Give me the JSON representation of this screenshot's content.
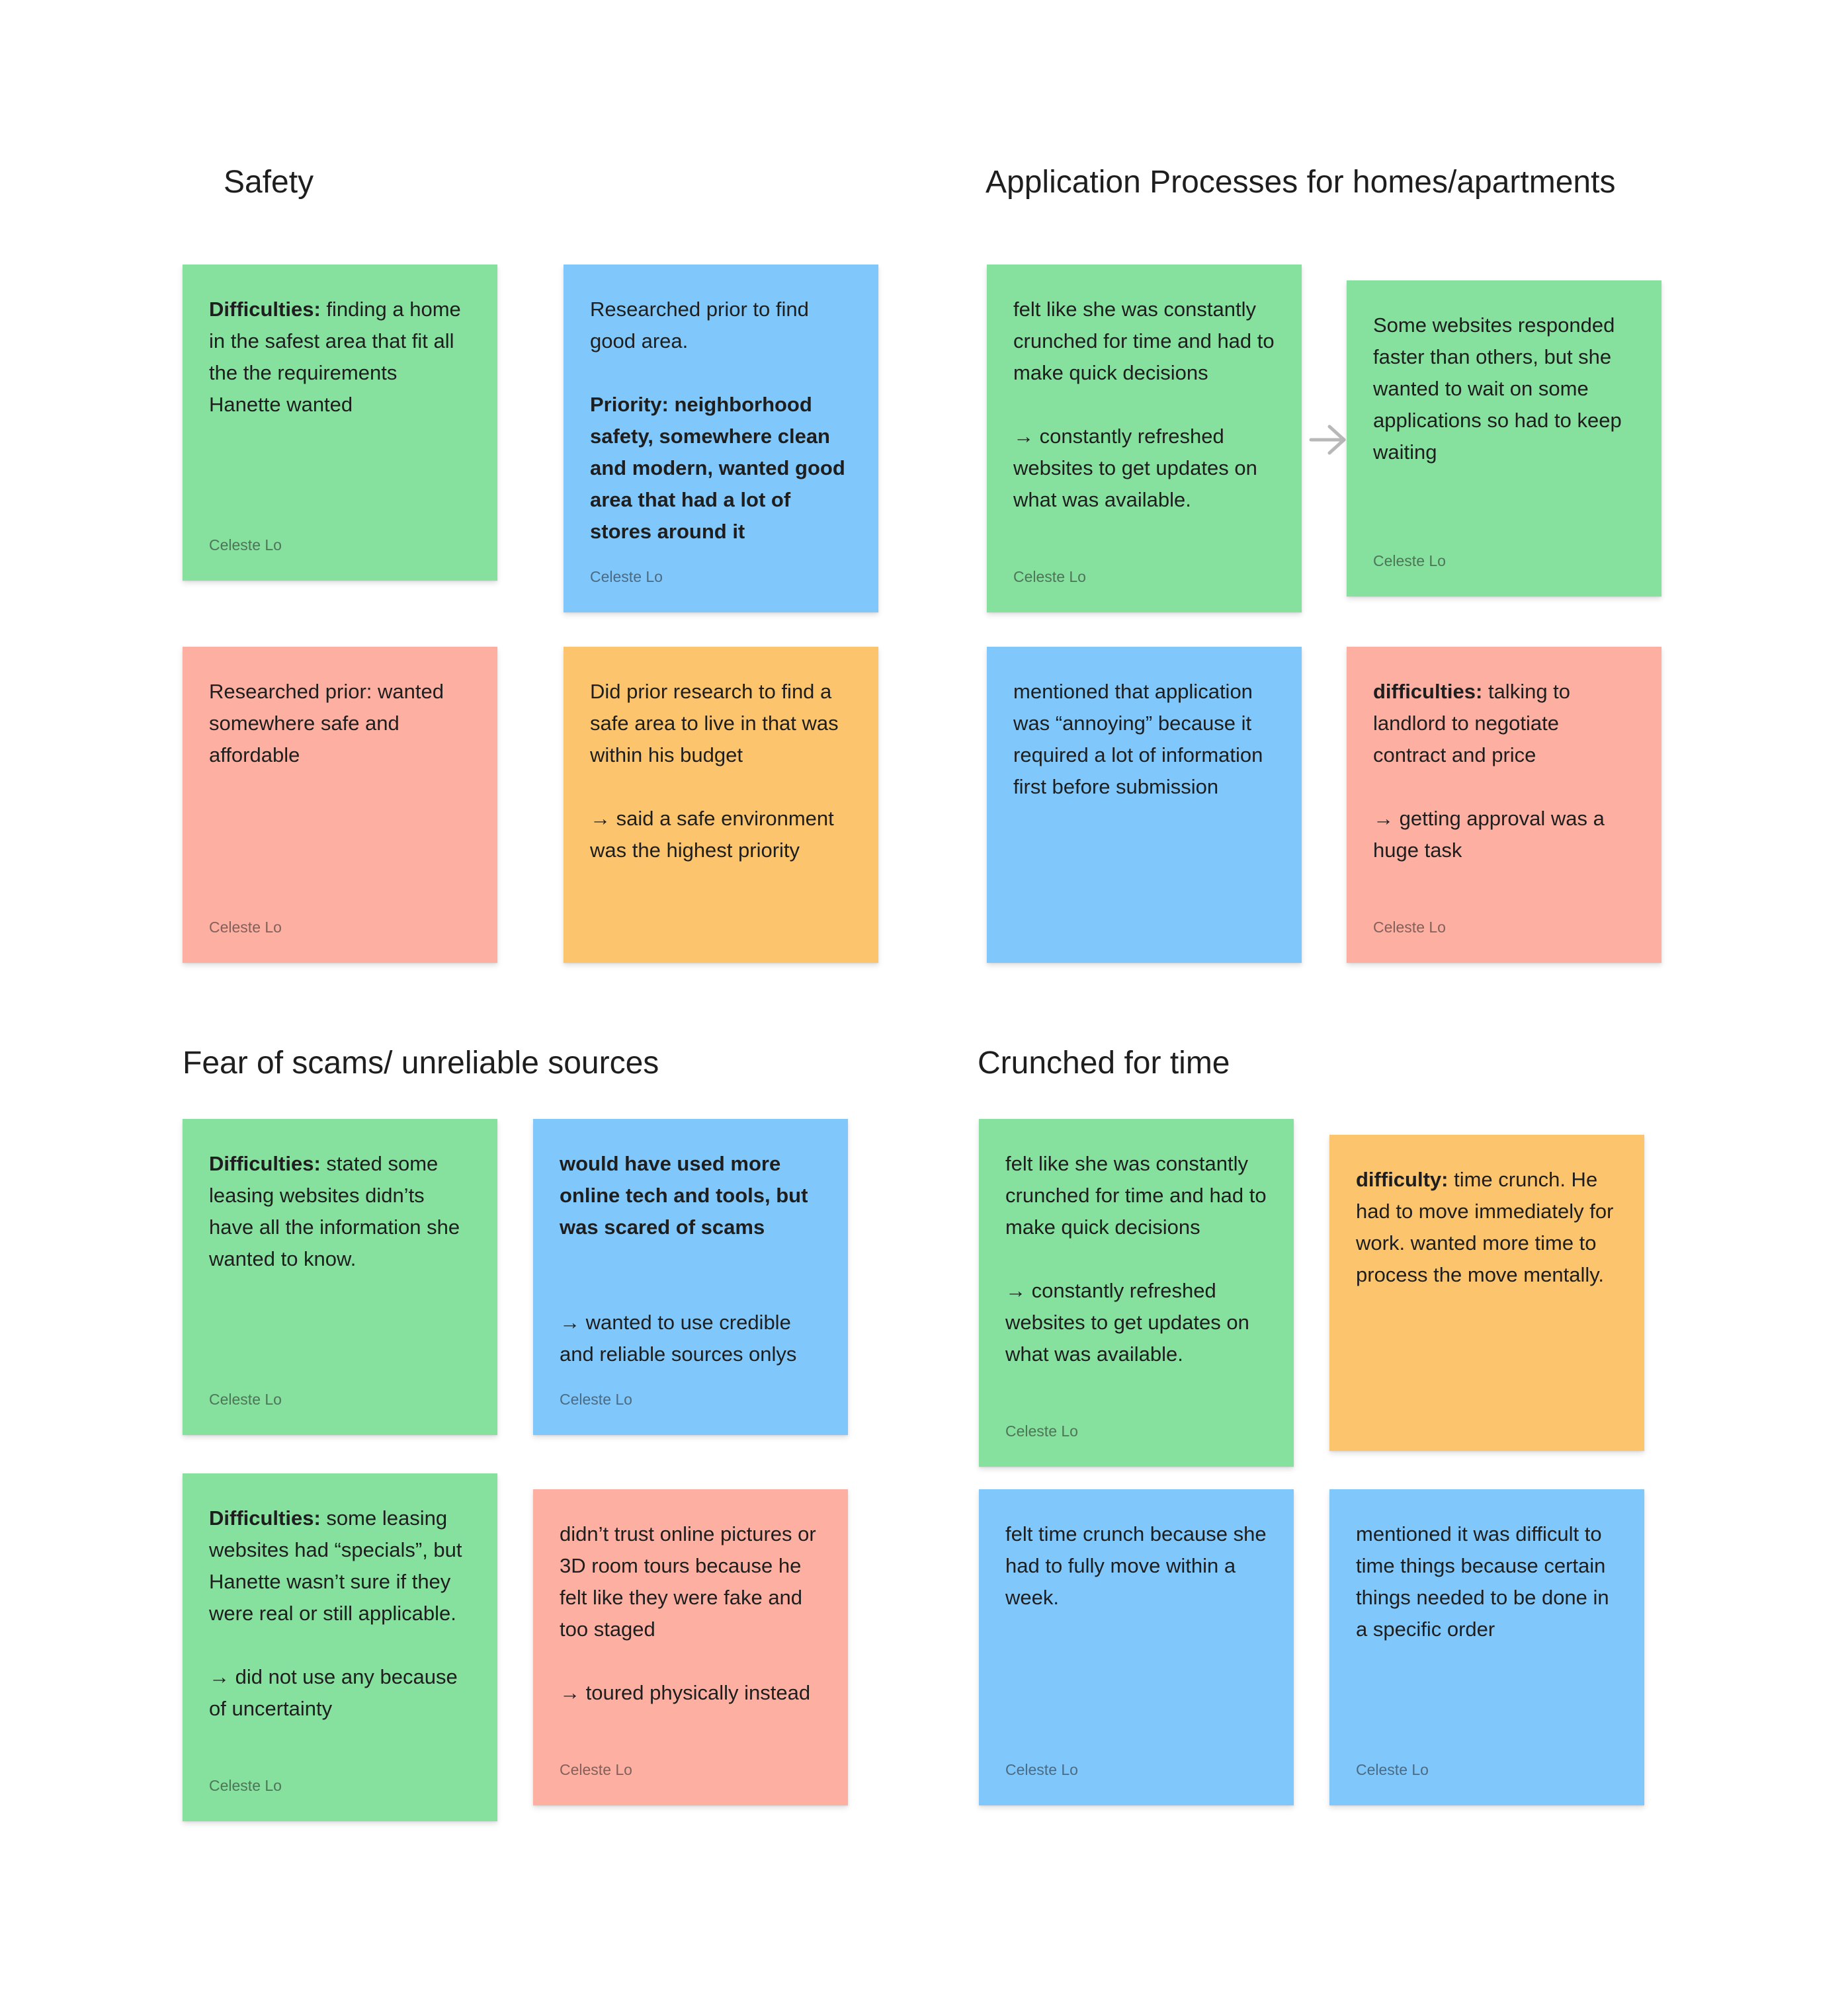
{
  "colors": {
    "green": "#86e09e",
    "blue": "#80c8fc",
    "salmon": "#fdb0a2",
    "orange": "#fdc46e",
    "arrow": "#b8b8b8"
  },
  "sections": {
    "safety": {
      "title": "Safety",
      "notes": [
        {
          "bold": "Difficulties:",
          "text": " finding a home in the safest area that fit all the the requirements Hanette wanted",
          "author": "Celeste Lo"
        },
        {
          "text": "Researched prior to find good area.\n\n",
          "bold": "Priority: neighborhood safety, somewhere clean and modern, wanted good area that had a lot of stores around it",
          "author": "Celeste Lo"
        },
        {
          "text": "Researched prior: wanted somewhere safe and affordable",
          "author": "Celeste Lo"
        },
        {
          "text": "Did prior research to find a safe area to live in that was within his budget\n\n→ said a safe environment was the highest priority",
          "author": ""
        }
      ]
    },
    "application": {
      "title": "Application Processes for homes/apartments",
      "notes": [
        {
          "text": "felt like she was constantly crunched for time and had to make quick decisions\n\n→ constantly refreshed websites to get updates on what was available.",
          "author": "Celeste Lo"
        },
        {
          "text": "Some websites responded faster than others, but she wanted to wait on some applications so had to keep waiting",
          "author": "Celeste Lo"
        },
        {
          "text": "mentioned that application was “annoying” because it required a lot of information first before submission",
          "author": ""
        },
        {
          "bold": "difficulties:",
          "text": " talking to landlord to negotiate contract and price\n\n→ getting approval was a huge task",
          "author": "Celeste Lo"
        }
      ]
    },
    "scams": {
      "title": "Fear of scams/ unreliable sources",
      "notes": [
        {
          "bold": "Difficulties:",
          "text": " stated some leasing websites didn’ts have all the information she wanted to know.",
          "author": "Celeste Lo"
        },
        {
          "bold": "would have used more online tech and tools, but was scared of scams",
          "text": "\n\n\n→ wanted to use credible and reliable sources onlys",
          "author": "Celeste Lo"
        },
        {
          "bold": "Difficulties:",
          "text": " some leasing websites had “specials”, but Hanette wasn’t sure if they were real or still applicable.\n\n→ did not use any because of uncertainty",
          "author": "Celeste Lo"
        },
        {
          "text": "didn’t trust online pictures or 3D room tours because he felt like they were fake and too staged\n\n→ toured physically instead",
          "author": "Celeste Lo"
        }
      ]
    },
    "crunched": {
      "title": "Crunched for time",
      "notes": [
        {
          "text": "felt like she was constantly crunched for time and had to make quick decisions\n\n→ constantly refreshed websites to get updates on what was available.",
          "author": "Celeste Lo"
        },
        {
          "bold": "difficulty:",
          "text": " time crunch. He had to move immediately for work. wanted more time to process the move mentally.",
          "author": ""
        },
        {
          "text": "felt time crunch because she had to fully move within a week.",
          "author": "Celeste Lo"
        },
        {
          "text": "mentioned it was difficult to time things because certain things needed to be done in a specific order",
          "author": "Celeste Lo"
        }
      ]
    }
  }
}
